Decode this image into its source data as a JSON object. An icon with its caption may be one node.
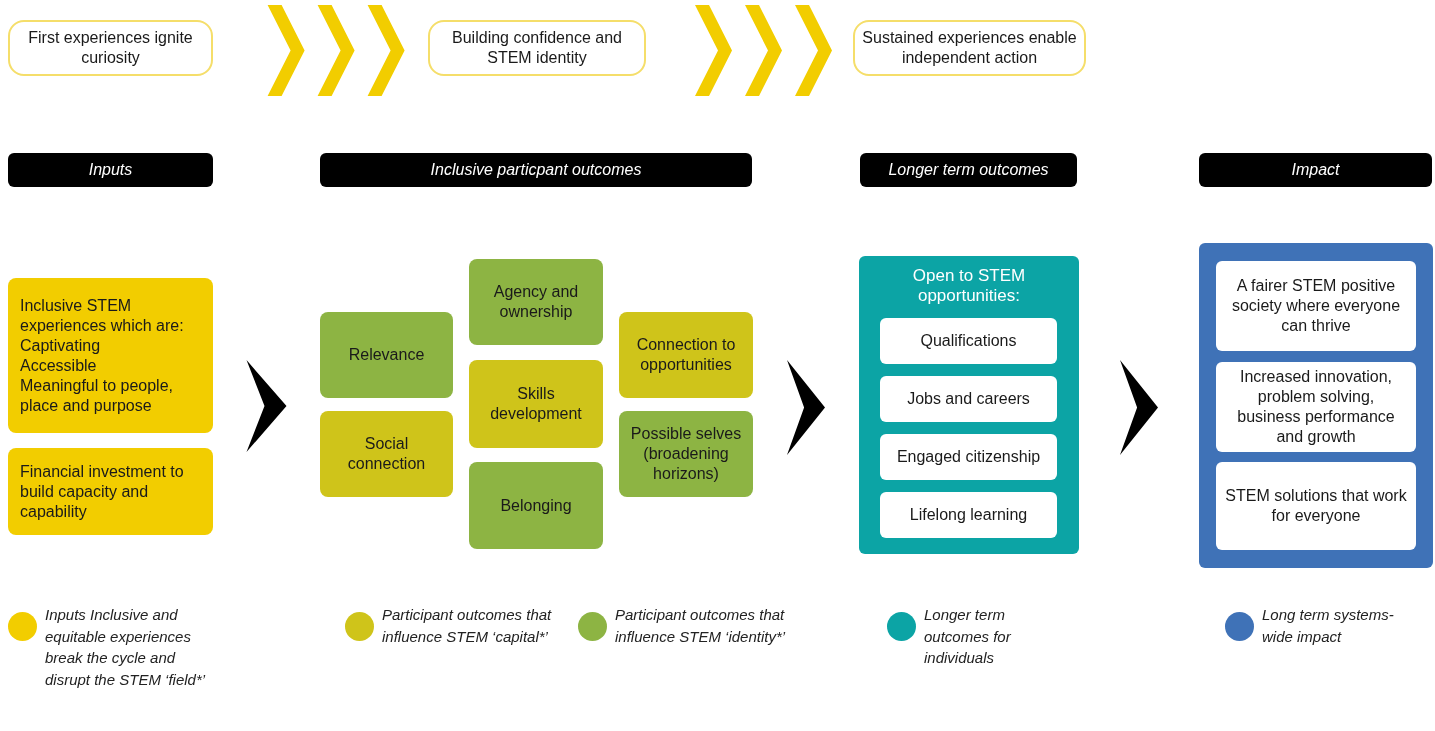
{
  "diagram": {
    "nodes": [
      {
        "text": [
          "First experiences ignite curiosity"
        ]
      },
      {
        "text": [
          "Building confidence and STEM identity"
        ]
      },
      {
        "text": [
          "Sustained experiences enable independent action"
        ]
      },
      {
        "text": [
          "Inputs"
        ]
      },
      {
        "text": [
          "Inclusive particpant outcomes"
        ]
      },
      {
        "text": [
          "Longer term outcomes"
        ]
      },
      {
        "text": [
          "Impact"
        ]
      },
      {
        "text": [
          "Inclusive STEM experiences which are:",
          "Captivating",
          "Accessible",
          "Meaningful to people, place and purpose"
        ]
      },
      {
        "text": [
          "Financial investment to build capacity and capability"
        ]
      },
      {
        "text": [
          "Relevance"
        ]
      },
      {
        "text": [
          "Social connection"
        ]
      },
      {
        "text": [
          "Agency and ownership"
        ]
      },
      {
        "text": [
          "Skills development"
        ]
      },
      {
        "text": [
          "Belonging"
        ]
      },
      {
        "text": [
          "Connection to opportunities"
        ]
      },
      {
        "text": [
          "Possible selves (broadening horizons)"
        ]
      },
      {
        "text": [
          "Open to STEM opportunities:"
        ]
      },
      {
        "text": [
          "Qualifications"
        ],
        "in": 16
      },
      {
        "text": [
          "Jobs and careers"
        ],
        "in": 16
      },
      {
        "text": [
          "Engaged citizenship"
        ],
        "in": 16
      },
      {
        "text": [
          "Lifelong learning"
        ],
        "in": 16
      },
      {
        "text": [],
        "shape": "box"
      },
      {
        "text": [
          "A fairer STEM positive society where everyone can thrive"
        ],
        "in": 21
      },
      {
        "text": [
          "Increased innovation, problem solving, business performance and growth"
        ],
        "in": 21
      },
      {
        "text": [
          "STEM solutions that work for everyone"
        ],
        "in": 21
      }
    ],
    "edges": [
      {
        "from": 0,
        "to": 1,
        "arrow": "to",
        "color": "#f2cd00"
      },
      {
        "from": 1,
        "to": 2,
        "arrow": "to",
        "color": "#f2cd00"
      },
      {
        "from": 7,
        "to": 9,
        "arrow": "to"
      },
      {
        "from": 14,
        "to": 16,
        "arrow": "to"
      },
      {
        "from": 16,
        "to": 21,
        "arrow": "to"
      }
    ],
    "legend": [
      {
        "text": "Inputs Inclusive and equitable experiences break the cycle and disrupt the STEM ‘field*’",
        "color": "#f2cd00"
      },
      {
        "text": "Participant outcomes that influence STEM ‘capital*’",
        "color": "#cfc41a"
      },
      {
        "text": "Participant outcomes that influence STEM ‘identity*’",
        "color": "#8db443"
      },
      {
        "text": "Longer term outcomes for individuals",
        "color": "#0ca4a5"
      },
      {
        "text": "Long term systems-wide impact",
        "color": "#3f72b7"
      }
    ]
  }
}
